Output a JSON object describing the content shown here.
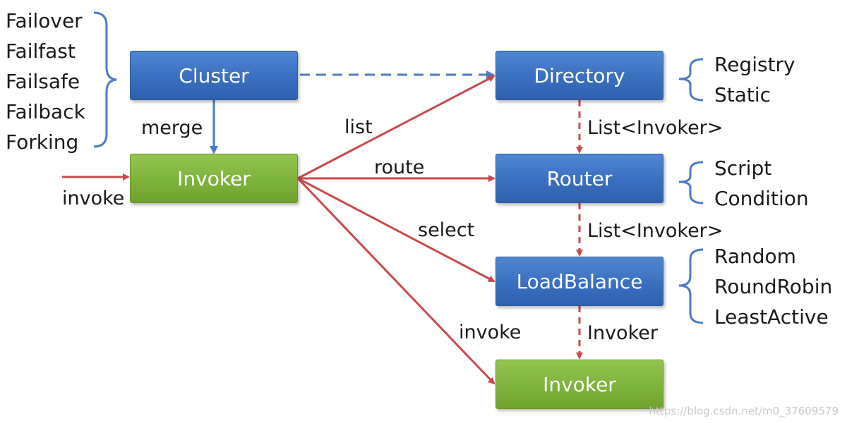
{
  "nodes": {
    "cluster": "Cluster",
    "invoker_main": "Invoker",
    "directory": "Directory",
    "router": "Router",
    "loadbalance": "LoadBalance",
    "invoker_target": "Invoker"
  },
  "edge_labels": {
    "merge": "merge",
    "invoke_in": "invoke",
    "list": "list",
    "route": "route",
    "select": "select",
    "invoke": "invoke",
    "dir_router": "List<Invoker>",
    "router_lb": "List<Invoker>",
    "lb_invoker": "Invoker"
  },
  "cluster_strategies": [
    "Failover",
    "Failfast",
    "Failsafe",
    "Failback",
    "Forking"
  ],
  "directory_types": [
    "Registry",
    "Static"
  ],
  "router_types": [
    "Script",
    "Condition"
  ],
  "loadbalance_types": [
    "Random",
    "RoundRobin",
    "LeastActive"
  ],
  "watermark": "https://blog.csdn.net/m0_37609579",
  "colors": {
    "blue_node": "#3a6fc0",
    "green_node": "#7db33b",
    "red_arrow": "#c8494c",
    "blue_arrow": "#4a7cc5",
    "brace": "#4a7cc5"
  }
}
